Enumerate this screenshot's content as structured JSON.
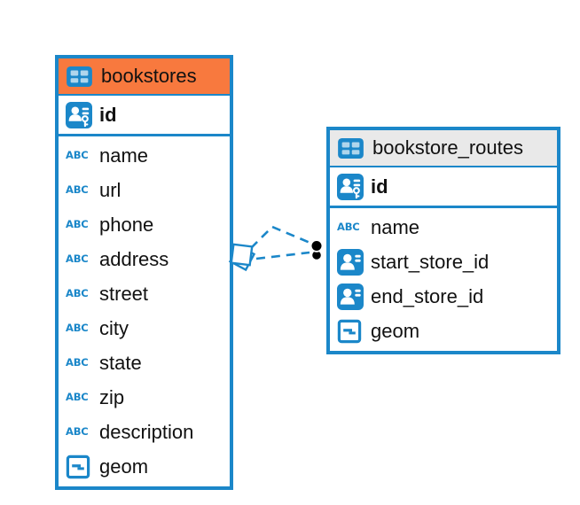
{
  "diagram": {
    "colors": {
      "accent_blue": "#1B87C9",
      "bookstores_header_bg": "#F8793E",
      "routes_header_bg": "#E9E9E9",
      "icon_cell": "rgba(255,255,255,0.65)",
      "connector_dot": "#000000",
      "canvas_bg": "#FFFFFF"
    },
    "icon_glyphs": {
      "text-type-icon": "ABC"
    },
    "tables": [
      {
        "name": "bookstores",
        "icon": "table-icon",
        "header_bg": "#F8793E",
        "columns": [
          {
            "name": "id",
            "icon": "primary-key-icon"
          },
          {
            "name": "name",
            "icon": "text-type-icon"
          },
          {
            "name": "url",
            "icon": "text-type-icon"
          },
          {
            "name": "phone",
            "icon": "text-type-icon"
          },
          {
            "name": "address",
            "icon": "text-type-icon"
          },
          {
            "name": "street",
            "icon": "text-type-icon"
          },
          {
            "name": "city",
            "icon": "text-type-icon"
          },
          {
            "name": "state",
            "icon": "text-type-icon"
          },
          {
            "name": "zip",
            "icon": "text-type-icon"
          },
          {
            "name": "description",
            "icon": "text-type-icon"
          },
          {
            "name": "geom",
            "icon": "geometry-type-icon"
          }
        ]
      },
      {
        "name": "bookstore_routes",
        "icon": "table-icon",
        "header_bg": "#E9E9E9",
        "columns": [
          {
            "name": "id",
            "icon": "primary-key-icon"
          },
          {
            "name": "name",
            "icon": "text-type-icon"
          },
          {
            "name": "start_store_id",
            "icon": "foreign-key-icon"
          },
          {
            "name": "end_store_id",
            "icon": "foreign-key-icon"
          },
          {
            "name": "geom",
            "icon": "geometry-type-icon"
          }
        ]
      }
    ],
    "relationships": [
      {
        "endpoints": [
          "bookstores",
          "bookstore_routes"
        ],
        "line_style": "dashed"
      },
      {
        "endpoints": [
          "bookstores",
          "bookstore_routes"
        ],
        "line_style": "dashed"
      }
    ]
  }
}
